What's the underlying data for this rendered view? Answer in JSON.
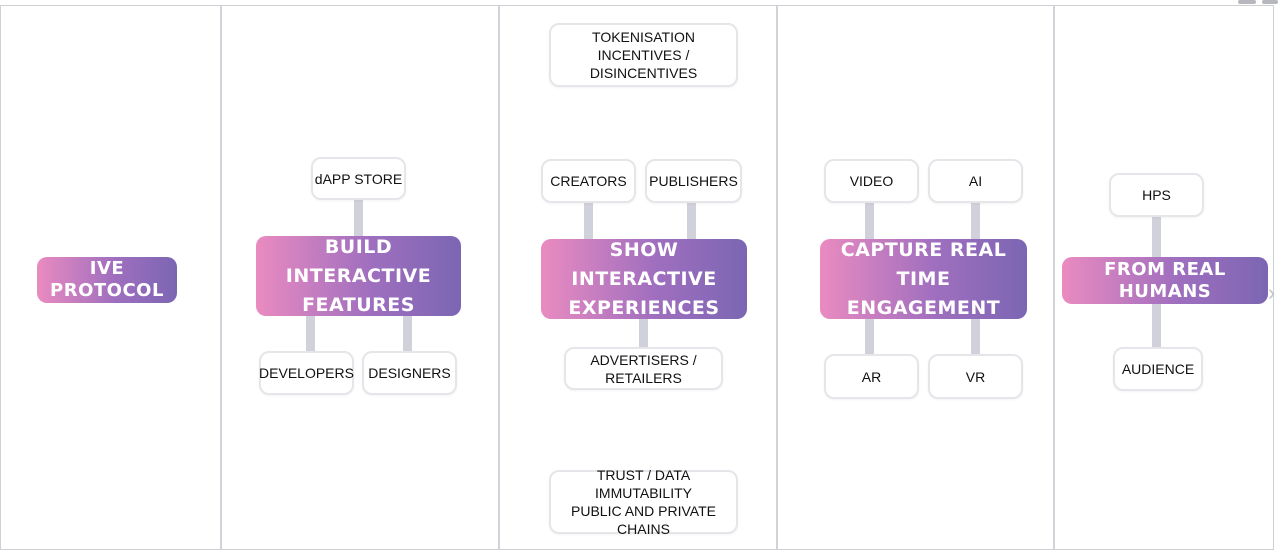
{
  "hub": {
    "label": "IVE PROTOCOL"
  },
  "build": {
    "title": [
      "BUILD INTERACTIVE",
      "FEATURES"
    ],
    "top": "dAPP STORE",
    "bottom_left": "DEVELOPERS",
    "bottom_right": "DESIGNERS"
  },
  "show": {
    "title": [
      "SHOW INTERACTIVE",
      "EXPERIENCES"
    ],
    "top_note": [
      "TOKENISATION",
      "INCENTIVES / DISINCENTIVES"
    ],
    "left": "CREATORS",
    "right": "PUBLISHERS",
    "bottom": "ADVERTISERS / RETAILERS",
    "bottom_note": [
      "TRUST / DATA IMMUTABILITY",
      "PUBLIC AND PRIVATE CHAINS"
    ]
  },
  "capture": {
    "title": [
      "CAPTURE REAL TIME",
      "ENGAGEMENT"
    ],
    "top_left": "VIDEO",
    "top_right": "AI",
    "bottom_left": "AR",
    "bottom_right": "VR"
  },
  "humans": {
    "title": "FROM REAL HUMANS",
    "top": "HPS",
    "bottom": "AUDIENCE"
  }
}
